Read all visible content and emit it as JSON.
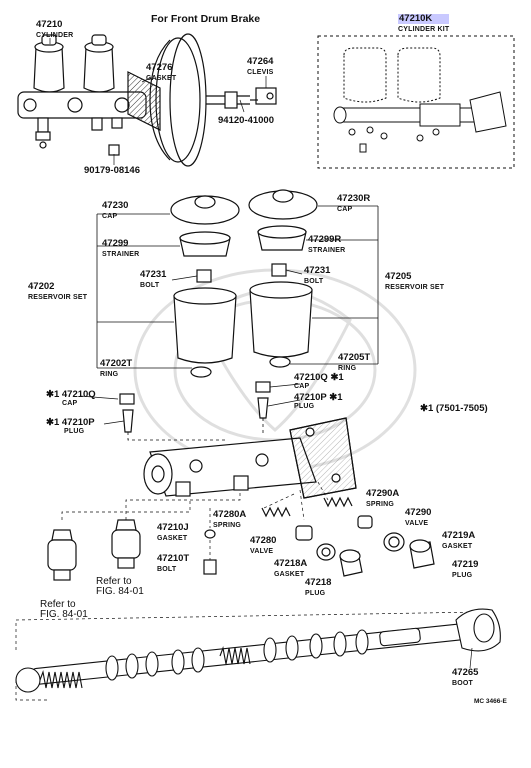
{
  "header": {
    "title": "For Front Drum Brake"
  },
  "parts": {
    "cylinder": {
      "num": "47210",
      "name": "CYLINDER"
    },
    "gasket_booster": {
      "num": "47276",
      "name": "GASKET"
    },
    "clevis": {
      "num": "47264",
      "name": "CLEVIS"
    },
    "bolt_94120": {
      "num": "94120-41000"
    },
    "plug_90179": {
      "num": "90179-08146"
    },
    "cylinder_kit": {
      "num": "47210K",
      "name": "CYLINDER KIT"
    },
    "cap_l": {
      "num": "47230",
      "name": "CAP"
    },
    "cap_r": {
      "num": "47230R",
      "name": "CAP"
    },
    "strainer_l": {
      "num": "47299",
      "name": "STRAINER"
    },
    "strainer_r": {
      "num": "47299R",
      "name": "STRAINER"
    },
    "bolt_l": {
      "num": "47231",
      "name": "BOLT"
    },
    "bolt_r": {
      "num": "47231",
      "name": "BOLT"
    },
    "reservoir_l": {
      "num": "47202",
      "name": "RESERVOIR SET"
    },
    "reservoir_r": {
      "num": "47205",
      "name": "RESERVOIR SET"
    },
    "ring_l": {
      "num": "47202T",
      "name": "RING"
    },
    "ring_r": {
      "num": "47205T",
      "name": "RING"
    },
    "cap_q_l": {
      "num": "47210Q",
      "name": "CAP",
      "mark": "✱1"
    },
    "plug_p_l": {
      "num": "47210P",
      "name": "PLUG",
      "mark": "✱1"
    },
    "cap_q_r": {
      "num": "47210Q",
      "name": "CAP",
      "mark": "✱1"
    },
    "plug_p_r": {
      "num": "47210P",
      "name": "PLUG",
      "mark": "✱1"
    },
    "footnote": {
      "mark": "✱1",
      "text": "(7501-7505)"
    },
    "spring_a": {
      "num": "47290A",
      "name": "SPRING"
    },
    "spring_280a": {
      "num": "47280A",
      "name": "SPRING"
    },
    "valve_290": {
      "num": "47290",
      "name": "VALVE"
    },
    "gasket_j": {
      "num": "47210J",
      "name": "GASKET"
    },
    "valve_280": {
      "num": "47280",
      "name": "VALVE"
    },
    "gasket_219a": {
      "num": "47219A",
      "name": "GASKET"
    },
    "bolt_t": {
      "num": "47210T",
      "name": "BOLT"
    },
    "gasket_218a": {
      "num": "47218A",
      "name": "GASKET"
    },
    "plug_219": {
      "num": "47219",
      "name": "PLUG"
    },
    "plug_218": {
      "num": "47218",
      "name": "PLUG"
    },
    "refer_1": {
      "line1": "Refer to",
      "line2": "FIG. 84-01"
    },
    "refer_2": {
      "line1": "Refer to",
      "line2": "FIG. 84-01"
    },
    "boot": {
      "num": "47265",
      "name": "BOOT"
    }
  },
  "footer": {
    "code": "MC 3466-E"
  }
}
